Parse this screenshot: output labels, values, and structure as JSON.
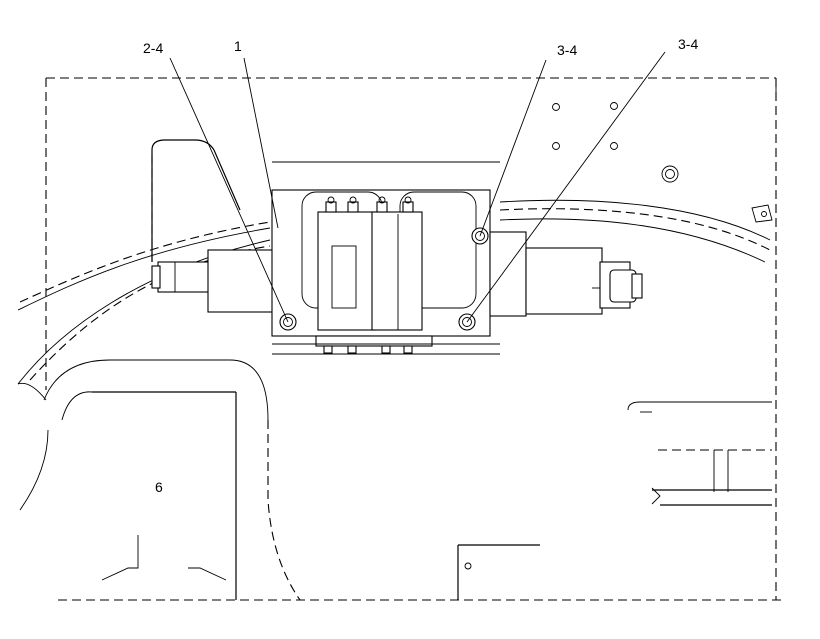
{
  "callouts": [
    {
      "id": "c1",
      "label": "2-4"
    },
    {
      "id": "c2",
      "label": "1"
    },
    {
      "id": "c3",
      "label": "3-4"
    },
    {
      "id": "c4",
      "label": "3-4"
    }
  ]
}
